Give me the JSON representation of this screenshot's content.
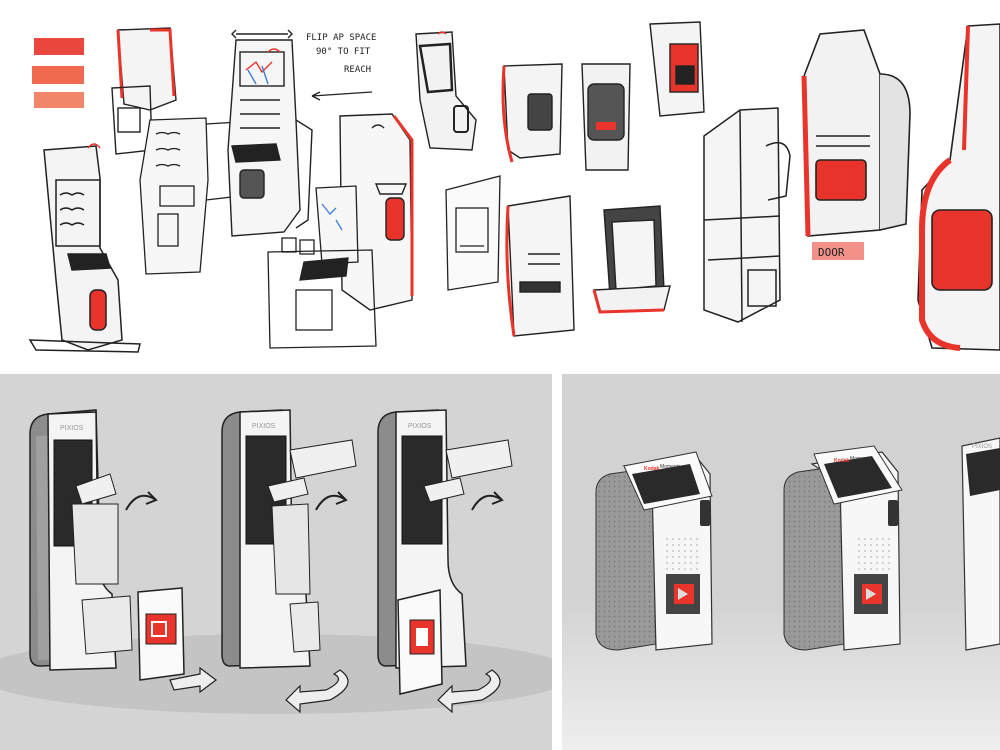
{
  "sketch_notes": {
    "note_line_1": "FLIP AP SPACE",
    "note_line_2": "90° TO FIT",
    "note_line_3": "REACH",
    "door_label": "DOOR"
  },
  "kiosk_branding": {
    "screen_header": "PIXIOS",
    "brand_logo": "Kodak",
    "brand_product": "Moments"
  },
  "colors": {
    "accent_red": "#e8342a",
    "sketch_ink": "#222222",
    "panel_gray": "#d4d4d4",
    "marker_gray": "#b8b8b8"
  }
}
